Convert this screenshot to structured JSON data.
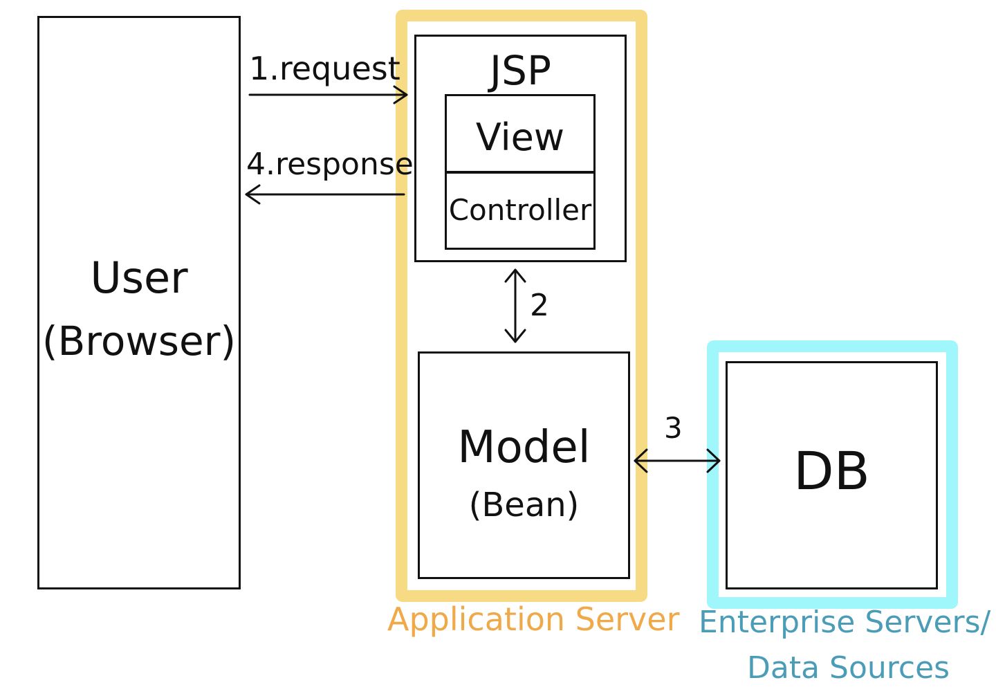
{
  "user": {
    "title": "User",
    "subtitle": "(Browser)"
  },
  "application_server": {
    "label": "Application Server",
    "frame_color": "#f6db84",
    "label_color": "#f0a948",
    "jsp": {
      "title": "JSP",
      "view": "View",
      "controller": "Controller"
    },
    "model": {
      "title": "Model",
      "subtitle": "(Bean)"
    }
  },
  "enterprise": {
    "label_line1": "Enterprise Servers/",
    "label_line2": "Data Sources",
    "frame_color": "#9ff6fb",
    "label_color": "#4a9cb7",
    "db": "DB"
  },
  "arrows": {
    "request": "1.request",
    "step2": "2",
    "step3": "3",
    "response": "4.response"
  }
}
